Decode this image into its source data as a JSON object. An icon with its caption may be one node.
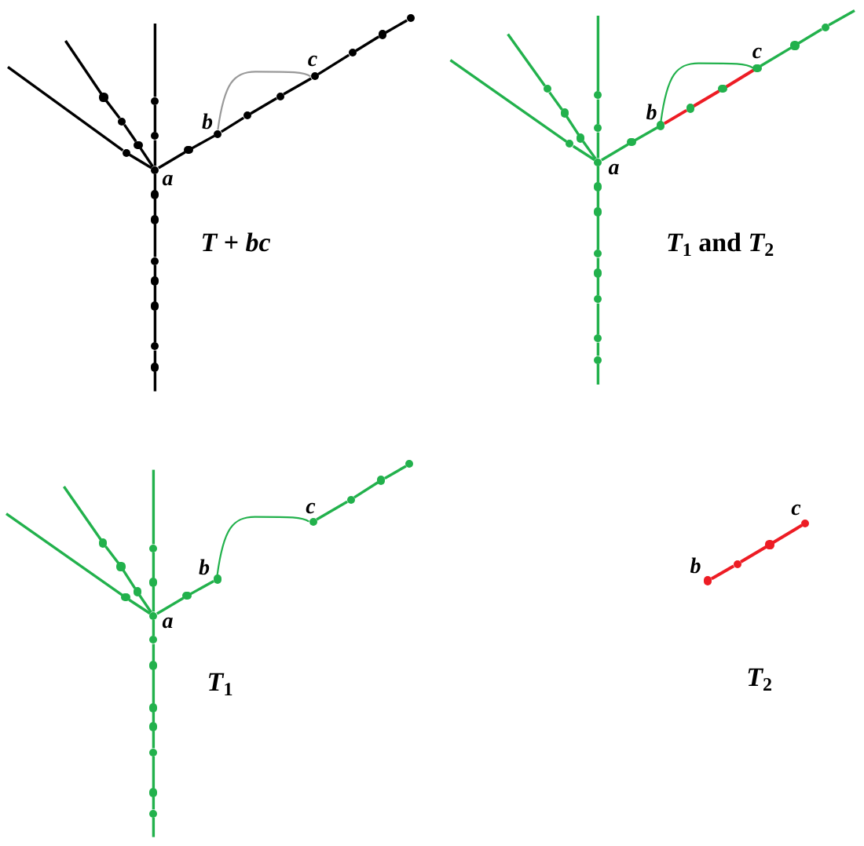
{
  "diagram": {
    "nodes": [
      {
        "text": [],
        "shape": "circle",
        "beside": [
          "a"
        ]
      },
      {
        "text": [],
        "shape": "circle"
      },
      {
        "text": [],
        "shape": "circle"
      },
      {
        "text": [],
        "shape": "circle"
      },
      {
        "text": [],
        "shape": "circle"
      },
      {
        "text": [],
        "shape": "circle"
      },
      {
        "text": [],
        "shape": "circle"
      },
      {
        "text": [],
        "shape": "circle"
      },
      {
        "text": [],
        "shape": "circle",
        "beside": [
          "b"
        ]
      },
      {
        "text": [],
        "shape": "circle"
      },
      {
        "text": [],
        "shape": "circle"
      },
      {
        "text": [],
        "shape": "circle",
        "beside": [
          "c"
        ]
      },
      {
        "text": [],
        "shape": "circle"
      },
      {
        "text": [],
        "shape": "circle"
      },
      {
        "text": [],
        "shape": "circle"
      },
      {
        "text": [],
        "shape": "circle"
      },
      {
        "text": [],
        "shape": "circle"
      },
      {
        "text": [],
        "shape": "circle"
      },
      {
        "text": [],
        "shape": "circle"
      },
      {
        "text": [],
        "shape": "circle"
      },
      {
        "text": [],
        "shape": "circle"
      },
      {
        "text": [],
        "shape": "circle"
      },
      {
        "text": [],
        "shape": "circle",
        "beside": [
          "a"
        ]
      },
      {
        "text": [],
        "shape": "circle"
      },
      {
        "text": [],
        "shape": "circle"
      },
      {
        "text": [],
        "shape": "circle"
      },
      {
        "text": [],
        "shape": "circle"
      },
      {
        "text": [],
        "shape": "circle"
      },
      {
        "text": [],
        "shape": "circle"
      },
      {
        "text": [],
        "shape": "circle"
      },
      {
        "text": [],
        "shape": "circle",
        "beside": [
          "b"
        ]
      },
      {
        "text": [],
        "shape": "circle"
      },
      {
        "text": [],
        "shape": "circle"
      },
      {
        "text": [],
        "shape": "circle",
        "beside": [
          "c"
        ]
      },
      {
        "text": [],
        "shape": "circle"
      },
      {
        "text": [],
        "shape": "circle"
      },
      {
        "text": [],
        "shape": "circle"
      },
      {
        "text": [],
        "shape": "circle"
      },
      {
        "text": [],
        "shape": "circle"
      },
      {
        "text": [],
        "shape": "circle"
      },
      {
        "text": [],
        "shape": "circle"
      },
      {
        "text": [],
        "shape": "circle"
      },
      {
        "text": [],
        "shape": "circle"
      },
      {
        "text": [],
        "shape": "circle",
        "beside": [
          "a"
        ]
      },
      {
        "text": [],
        "shape": "circle"
      },
      {
        "text": [],
        "shape": "circle"
      },
      {
        "text": [],
        "shape": "circle"
      },
      {
        "text": [],
        "shape": "circle"
      },
      {
        "text": [],
        "shape": "circle"
      },
      {
        "text": [],
        "shape": "circle"
      },
      {
        "text": [],
        "shape": "circle"
      },
      {
        "text": [],
        "shape": "circle",
        "beside": [
          "b"
        ]
      },
      {
        "text": [],
        "shape": "circle",
        "beside": [
          "c"
        ]
      },
      {
        "text": [],
        "shape": "circle"
      },
      {
        "text": [],
        "shape": "circle"
      },
      {
        "text": [],
        "shape": "circle"
      },
      {
        "text": [],
        "shape": "circle"
      },
      {
        "text": [],
        "shape": "circle"
      },
      {
        "text": [],
        "shape": "circle"
      },
      {
        "text": [],
        "shape": "circle"
      },
      {
        "text": [],
        "shape": "circle"
      },
      {
        "text": [],
        "shape": "circle"
      },
      {
        "text": [],
        "shape": "circle"
      },
      {
        "text": [],
        "shape": "circle",
        "beside": [
          "b"
        ]
      },
      {
        "text": [],
        "shape": "circle"
      },
      {
        "text": [],
        "shape": "circle"
      },
      {
        "text": [],
        "shape": "circle",
        "beside": [
          "c"
        ]
      }
    ],
    "edges": [
      {
        "from": 0,
        "to": 1,
        "arrow": "none",
        "color": "#000000"
      },
      {
        "from": 1,
        "to": 2,
        "arrow": "none",
        "color": "#000000"
      },
      {
        "from": 2,
        "to": null,
        "arrow": "none",
        "color": "#000000"
      },
      {
        "from": 0,
        "to": 3,
        "arrow": "none",
        "color": "#000000"
      },
      {
        "from": 3,
        "to": 4,
        "arrow": "none",
        "color": "#000000"
      },
      {
        "from": 4,
        "to": 5,
        "arrow": "none",
        "color": "#000000"
      },
      {
        "from": 5,
        "to": null,
        "arrow": "none",
        "color": "#000000"
      },
      {
        "from": 0,
        "to": 6,
        "arrow": "none",
        "color": "#000000"
      },
      {
        "from": 6,
        "to": null,
        "arrow": "none",
        "color": "#000000"
      },
      {
        "from": 0,
        "to": 7,
        "arrow": "none",
        "color": "#000000"
      },
      {
        "from": 7,
        "to": 8,
        "arrow": "none",
        "color": "#000000"
      },
      {
        "from": 8,
        "to": 9,
        "arrow": "none",
        "color": "#000000"
      },
      {
        "from": 9,
        "to": 10,
        "arrow": "none",
        "color": "#000000"
      },
      {
        "from": 10,
        "to": 11,
        "arrow": "none",
        "color": "#000000"
      },
      {
        "from": 11,
        "to": 12,
        "arrow": "none",
        "color": "#000000"
      },
      {
        "from": 12,
        "to": 13,
        "arrow": "none",
        "color": "#000000"
      },
      {
        "from": 13,
        "to": 14,
        "arrow": "none",
        "color": "#000000"
      },
      {
        "from": 8,
        "to": 11,
        "arrow": "none",
        "color": "#999999"
      },
      {
        "from": 0,
        "to": 15,
        "arrow": "none",
        "color": "#000000"
      },
      {
        "from": 15,
        "to": 16,
        "arrow": "none",
        "color": "#000000"
      },
      {
        "from": 16,
        "to": 17,
        "arrow": "none",
        "color": "#000000"
      },
      {
        "from": 17,
        "to": 18,
        "arrow": "none",
        "color": "#000000"
      },
      {
        "from": 18,
        "to": 19,
        "arrow": "none",
        "color": "#000000"
      },
      {
        "from": 19,
        "to": 20,
        "arrow": "none",
        "color": "#000000"
      },
      {
        "from": 20,
        "to": 21,
        "arrow": "none",
        "color": "#000000"
      },
      {
        "from": 21,
        "to": null,
        "arrow": "none",
        "color": "#000000"
      },
      {
        "from": 22,
        "to": 23,
        "arrow": "none"
      },
      {
        "from": 23,
        "to": 24,
        "arrow": "none"
      },
      {
        "from": 24,
        "to": null,
        "arrow": "none"
      },
      {
        "from": 22,
        "to": 25,
        "arrow": "none"
      },
      {
        "from": 25,
        "to": 26,
        "arrow": "none"
      },
      {
        "from": 26,
        "to": 27,
        "arrow": "none"
      },
      {
        "from": 27,
        "to": null,
        "arrow": "none"
      },
      {
        "from": 22,
        "to": 28,
        "arrow": "none"
      },
      {
        "from": 28,
        "to": null,
        "arrow": "none"
      },
      {
        "from": 22,
        "to": 29,
        "arrow": "none"
      },
      {
        "from": 29,
        "to": 30,
        "arrow": "none"
      },
      {
        "from": 30,
        "to": 31,
        "arrow": "none",
        "color": "#ed1c24"
      },
      {
        "from": 31,
        "to": 32,
        "arrow": "none",
        "color": "#ed1c24"
      },
      {
        "from": 32,
        "to": 33,
        "arrow": "none",
        "color": "#ed1c24"
      },
      {
        "from": 33,
        "to": 34,
        "arrow": "none"
      },
      {
        "from": 34,
        "to": 35,
        "arrow": "none"
      },
      {
        "from": 35,
        "to": null,
        "arrow": "none"
      },
      {
        "from": 30,
        "to": 33,
        "arrow": "none"
      },
      {
        "from": 22,
        "to": 36,
        "arrow": "none"
      },
      {
        "from": 36,
        "to": 37,
        "arrow": "none"
      },
      {
        "from": 37,
        "to": 38,
        "arrow": "none"
      },
      {
        "from": 38,
        "to": 39,
        "arrow": "none"
      },
      {
        "from": 39,
        "to": 40,
        "arrow": "none"
      },
      {
        "from": 40,
        "to": 41,
        "arrow": "none"
      },
      {
        "from": 41,
        "to": 42,
        "arrow": "none"
      },
      {
        "from": 42,
        "to": null,
        "arrow": "none"
      },
      {
        "from": 43,
        "to": 44,
        "arrow": "none"
      },
      {
        "from": 44,
        "to": 45,
        "arrow": "none"
      },
      {
        "from": 45,
        "to": null,
        "arrow": "none"
      },
      {
        "from": 43,
        "to": 46,
        "arrow": "none"
      },
      {
        "from": 46,
        "to": 47,
        "arrow": "none"
      },
      {
        "from": 47,
        "to": 48,
        "arrow": "none"
      },
      {
        "from": 48,
        "to": null,
        "arrow": "none"
      },
      {
        "from": 43,
        "to": 49,
        "arrow": "none"
      },
      {
        "from": 49,
        "to": null,
        "arrow": "none"
      },
      {
        "from": 43,
        "to": 50,
        "arrow": "none"
      },
      {
        "from": 50,
        "to": 51,
        "arrow": "none"
      },
      {
        "from": 51,
        "to": 52,
        "arrow": "none"
      },
      {
        "from": 52,
        "to": 53,
        "arrow": "none"
      },
      {
        "from": 53,
        "to": 54,
        "arrow": "none"
      },
      {
        "from": 54,
        "to": 55,
        "arrow": "none"
      },
      {
        "from": 43,
        "to": 56,
        "arrow": "none"
      },
      {
        "from": 56,
        "to": 57,
        "arrow": "none"
      },
      {
        "from": 57,
        "to": 58,
        "arrow": "none"
      },
      {
        "from": 58,
        "to": 59,
        "arrow": "none"
      },
      {
        "from": 59,
        "to": 60,
        "arrow": "none"
      },
      {
        "from": 60,
        "to": 61,
        "arrow": "none"
      },
      {
        "from": 61,
        "to": 62,
        "arrow": "none"
      },
      {
        "from": 62,
        "to": null,
        "arrow": "none"
      },
      {
        "from": 63,
        "to": 64,
        "arrow": "none",
        "color": "#ed1c24"
      },
      {
        "from": 64,
        "to": 65,
        "arrow": "none",
        "color": "#ed1c24"
      },
      {
        "from": 65,
        "to": 66,
        "arrow": "none",
        "color": "#ed1c24"
      }
    ],
    "labels": [
      "*T* + *bc*",
      "*T*$_{1}$ and *T*$_{2}$",
      "*T*$_{1}$",
      "*T*$_{2}$"
    ]
  }
}
